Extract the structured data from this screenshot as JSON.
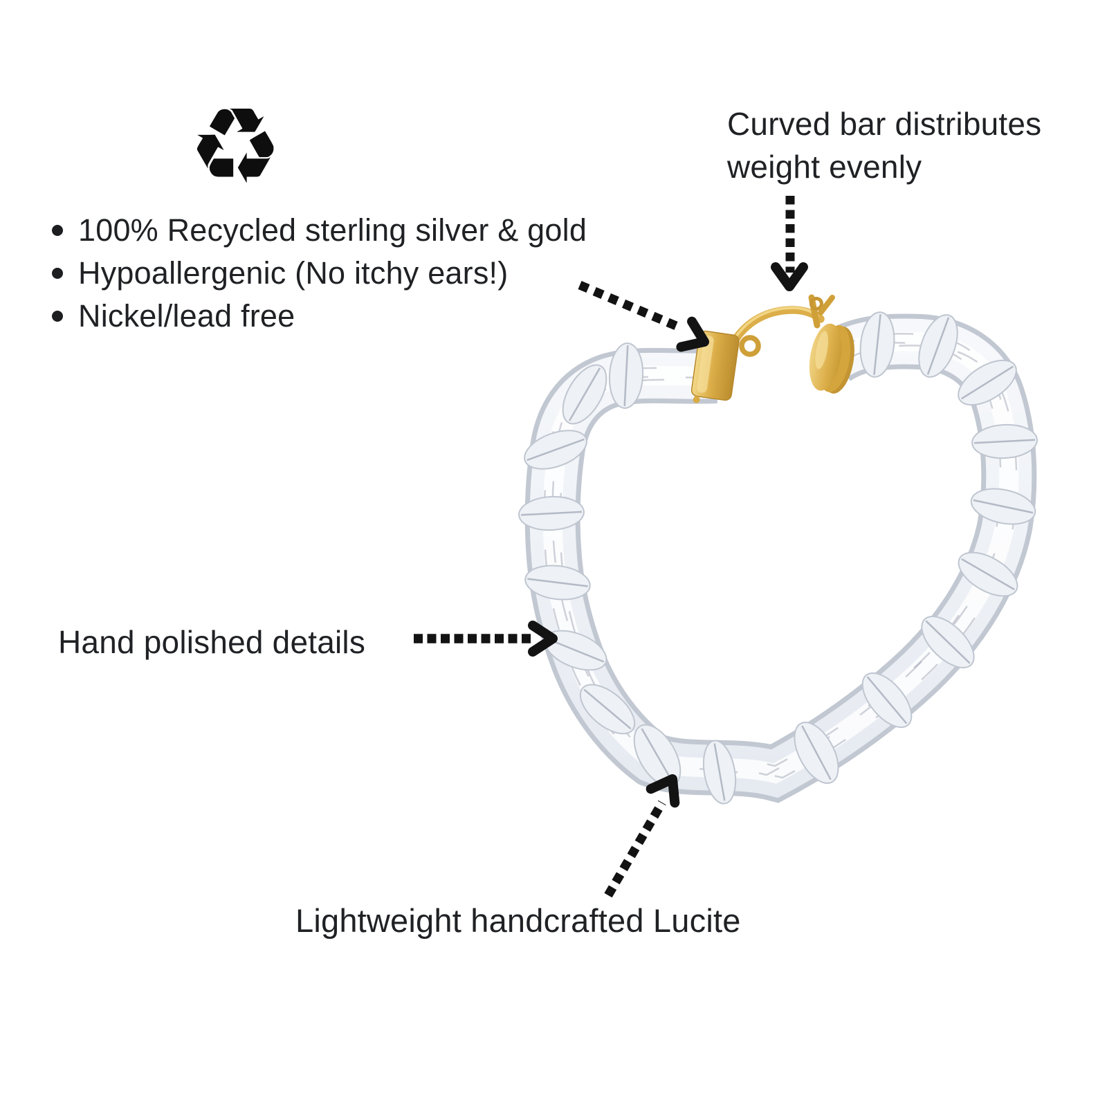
{
  "canvas": {
    "background": "#ffffff"
  },
  "icons": {
    "recycle": "♻"
  },
  "materials": {
    "bullets": [
      "100% Recycled sterling silver & gold",
      "Hypoallergenic (No itchy ears!)",
      "Nickel/lead free"
    ]
  },
  "annotations": {
    "curved_bar_line1": "Curved bar distributes",
    "curved_bar_line2": "weight evenly",
    "hand_polished": "Hand polished details",
    "lucite": "Lightweight handcrafted Lucite"
  },
  "colors": {
    "text": "#1f2124",
    "arrow": "#131313",
    "gold": "#dcae49",
    "gold_dark": "#bb8d2d",
    "gold_light": "#f3d98b",
    "lucite_edge": "#c2c8d2",
    "lucite_fill": "#f2f4f8"
  },
  "product": {
    "illustration": "heart-shaped-bamboo-lucite-hoop-earring-with-gold-clasp"
  }
}
